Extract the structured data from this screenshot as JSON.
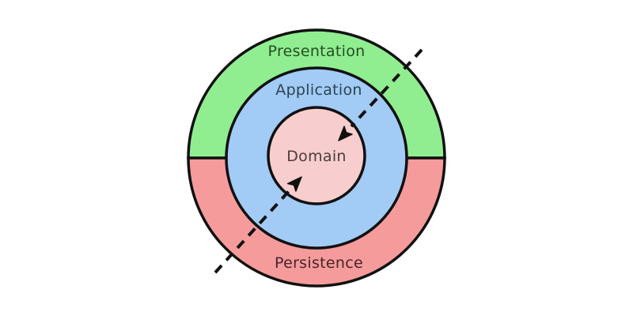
{
  "diagram": {
    "title": "onion-architecture",
    "layers": [
      {
        "label": "Presentation",
        "color": "#90ee90",
        "text_color": "#234d25",
        "shape": "outer-ring-top-half"
      },
      {
        "label": "Application",
        "color": "#a2cbf5",
        "text_color": "#2c4450",
        "shape": "middle-ring-full"
      },
      {
        "label": "Domain",
        "color": "#f8cdcd",
        "text_color": "#4a3d3d",
        "shape": "inner-circle"
      },
      {
        "label": "Persistence",
        "color": "#f59b9b",
        "text_color": "#45242a",
        "shape": "outer-ring-bottom-half"
      }
    ],
    "outline_color": "#111111",
    "background_color": "#ffffff",
    "dependency_line": {
      "style": "dashed",
      "color": "#111111",
      "direction": "diagonal-top-right-to-bottom-left"
    },
    "icons": {
      "inward_arrow": "filled-triangle-arrowhead"
    }
  }
}
